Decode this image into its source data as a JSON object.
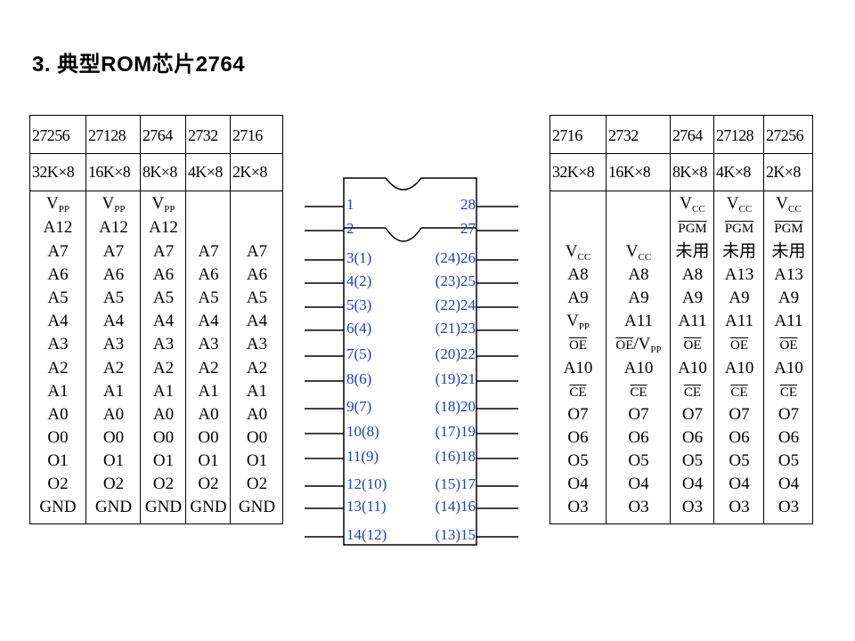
{
  "title": "3. 典型ROM芯片2764",
  "left_table": {
    "columns": [
      {
        "chip": "27256",
        "size": "32K×8",
        "pins": [
          "V_PP",
          "A12",
          "A7",
          "A6",
          "A5",
          "A4",
          "A3",
          "A2",
          "A1",
          "A0",
          "O0",
          "O1",
          "O2",
          "GND"
        ]
      },
      {
        "chip": "27128",
        "size": "16K×8",
        "pins": [
          "V_PP",
          "A12",
          "A7",
          "A6",
          "A5",
          "A4",
          "A3",
          "A2",
          "A1",
          "A0",
          "O0",
          "O1",
          "O2",
          "GND"
        ]
      },
      {
        "chip": "2764",
        "size": "8K×8",
        "pins": [
          "V_PP",
          "A12",
          "A7",
          "A6",
          "A5",
          "A4",
          "A3",
          "A2",
          "A1",
          "A0",
          "O0",
          "O1",
          "O2",
          "GND"
        ]
      },
      {
        "chip": "2732",
        "size": "4K×8",
        "pins": [
          "",
          "",
          "A7",
          "A6",
          "A5",
          "A4",
          "A3",
          "A2",
          "A1",
          "A0",
          "O0",
          "O1",
          "O2",
          "GND"
        ]
      },
      {
        "chip": "2716",
        "size": "2K×8",
        "pins": [
          "",
          "",
          "A7",
          "A6",
          "A5",
          "A4",
          "A3",
          "A2",
          "A1",
          "A0",
          "O0",
          "O1",
          "O2",
          "GND"
        ]
      }
    ]
  },
  "chip": {
    "left_pins": [
      "1",
      "2",
      "3(1)",
      "4(2)",
      "5(3)",
      "6(4)",
      "7(5)",
      "8(6)",
      "9(7)",
      "10(8)",
      "11(9)",
      "12(10)",
      "13(11)",
      "14(12)"
    ],
    "right_pins": [
      "28",
      "27",
      "(24)26",
      "(23)25",
      "(22)24",
      "(21)23",
      "(20)22",
      "(19)21",
      "(18)20",
      "(17)19",
      "(16)18",
      "(15)17",
      "(14)16",
      "(13)15"
    ],
    "pin_color": "#1a3fc4"
  },
  "right_table": {
    "columns": [
      {
        "chip": "2716",
        "size": "32K×8",
        "pins": [
          "",
          "",
          "V_CC",
          "A8",
          "A9",
          "V_PP",
          "OE",
          "A10",
          "CE",
          "O7",
          "O6",
          "O5",
          "O4",
          "O3"
        ]
      },
      {
        "chip": "2732",
        "size": "16K×8",
        "pins": [
          "",
          "",
          "V_CC",
          "A8",
          "A9",
          "A11",
          "OE/V_PP",
          "A10",
          "CE",
          "O7",
          "O6",
          "O5",
          "O4",
          "O3"
        ]
      },
      {
        "chip": "2764",
        "size": "8K×8",
        "pins": [
          "V_CC",
          "PGM",
          "未用",
          "A8",
          "A9",
          "A11",
          "OE",
          "A10",
          "CE",
          "O7",
          "O6",
          "O5",
          "O4",
          "O3"
        ]
      },
      {
        "chip": "27128",
        "size": "4K×8",
        "pins": [
          "V_CC",
          "PGM",
          "未用",
          "A13",
          "A9",
          "A11",
          "OE",
          "A10",
          "CE",
          "O7",
          "O6",
          "O5",
          "O4",
          "O3"
        ]
      },
      {
        "chip": "27256",
        "size": "2K×8",
        "pins": [
          "V_CC",
          "PGM",
          "未用",
          "A13",
          "A9",
          "A11",
          "OE",
          "A10",
          "CE",
          "O7",
          "O6",
          "O5",
          "O4",
          "O3"
        ]
      }
    ]
  }
}
